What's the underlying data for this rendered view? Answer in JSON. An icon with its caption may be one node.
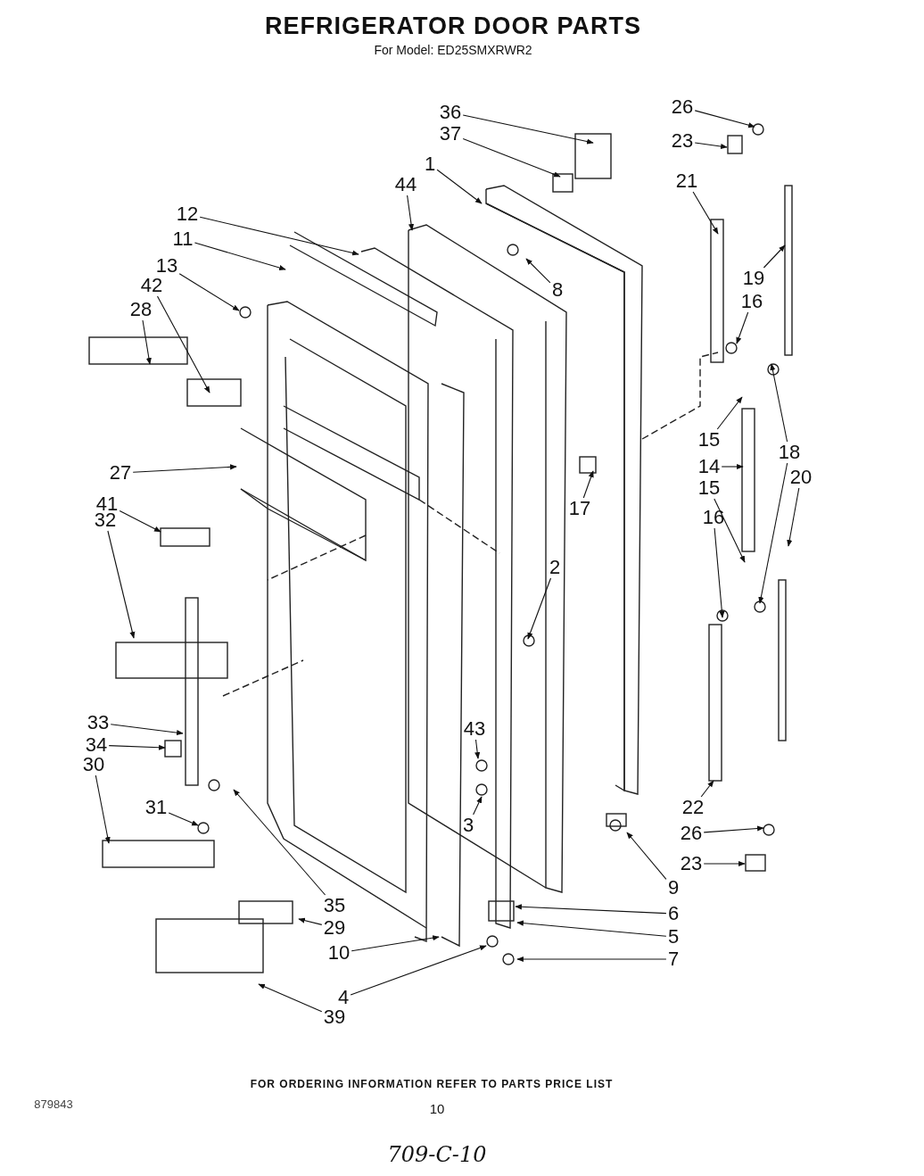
{
  "diagram": {
    "title": "REFRIGERATOR DOOR PARTS",
    "nodes": [
      {
        "text": [
          "36"
        ]
      },
      {
        "text": [
          "37"
        ]
      },
      {
        "text": [
          "1"
        ]
      },
      {
        "text": [
          "44"
        ]
      },
      {
        "text": [
          "12"
        ]
      },
      {
        "text": [
          "11"
        ]
      },
      {
        "text": [
          "13"
        ]
      },
      {
        "text": [
          "42"
        ]
      },
      {
        "text": [
          "28"
        ]
      },
      {
        "text": [
          "27"
        ]
      },
      {
        "text": [
          "41"
        ]
      },
      {
        "text": [
          "32"
        ]
      },
      {
        "text": [
          "33"
        ]
      },
      {
        "text": [
          "34"
        ]
      },
      {
        "text": [
          "30"
        ]
      },
      {
        "text": [
          "31"
        ]
      },
      {
        "text": [
          "35"
        ]
      },
      {
        "text": [
          "29"
        ]
      },
      {
        "text": [
          "10"
        ]
      },
      {
        "text": [
          "4"
        ]
      },
      {
        "text": [
          "39"
        ]
      },
      {
        "text": [
          "26"
        ]
      },
      {
        "text": [
          "23"
        ]
      },
      {
        "text": [
          "21"
        ]
      },
      {
        "text": [
          "19"
        ]
      },
      {
        "text": [
          "16"
        ]
      },
      {
        "text": [
          "8"
        ]
      },
      {
        "text": [
          "15"
        ]
      },
      {
        "text": [
          "14"
        ]
      },
      {
        "text": [
          "15"
        ]
      },
      {
        "text": [
          "16"
        ]
      },
      {
        "text": [
          "18"
        ]
      },
      {
        "text": [
          "20"
        ]
      },
      {
        "text": [
          "17"
        ]
      },
      {
        "text": [
          "2"
        ]
      },
      {
        "text": [
          "43"
        ]
      },
      {
        "text": [
          "3"
        ]
      },
      {
        "text": [
          "22"
        ]
      },
      {
        "text": [
          "26"
        ]
      },
      {
        "text": [
          "23"
        ]
      },
      {
        "text": [
          "9"
        ]
      },
      {
        "text": [
          "6"
        ]
      },
      {
        "text": [
          "5"
        ]
      },
      {
        "text": [
          "7"
        ]
      }
    ],
    "edges": [
      {
        "from": 0,
        "to": null,
        "arrow": "to"
      },
      {
        "from": 1,
        "to": null,
        "arrow": "to"
      },
      {
        "from": 2,
        "to": null,
        "arrow": "to"
      },
      {
        "from": 3,
        "to": null,
        "arrow": "to"
      },
      {
        "from": 4,
        "to": null,
        "arrow": "to"
      },
      {
        "from": 5,
        "to": null,
        "arrow": "to"
      },
      {
        "from": 6,
        "to": null,
        "arrow": "to"
      },
      {
        "from": 7,
        "to": null,
        "arrow": "to"
      },
      {
        "from": 8,
        "to": null,
        "arrow": "to"
      },
      {
        "from": 9,
        "to": null,
        "arrow": "to"
      },
      {
        "from": 10,
        "to": null,
        "arrow": "to"
      },
      {
        "from": 11,
        "to": null,
        "arrow": "to"
      },
      {
        "from": 12,
        "to": null,
        "arrow": "to"
      },
      {
        "from": 13,
        "to": null,
        "arrow": "to"
      },
      {
        "from": 14,
        "to": null,
        "arrow": "to"
      },
      {
        "from": 15,
        "to": null,
        "arrow": "to"
      },
      {
        "from": 16,
        "to": null,
        "arrow": "to"
      },
      {
        "from": 17,
        "to": null,
        "arrow": "to"
      },
      {
        "from": 18,
        "to": null,
        "arrow": "to"
      },
      {
        "from": 19,
        "to": null,
        "arrow": "to"
      },
      {
        "from": 20,
        "to": null,
        "arrow": "to"
      },
      {
        "from": 21,
        "to": null,
        "arrow": "to"
      },
      {
        "from": 22,
        "to": null,
        "arrow": "to"
      },
      {
        "from": 23,
        "to": null,
        "arrow": "to"
      },
      {
        "from": 24,
        "to": null,
        "arrow": "to"
      },
      {
        "from": 25,
        "to": null,
        "arrow": "to"
      },
      {
        "from": 26,
        "to": null,
        "arrow": "to"
      },
      {
        "from": 27,
        "to": null,
        "arrow": "to"
      },
      {
        "from": 28,
        "to": null,
        "arrow": "to"
      },
      {
        "from": 29,
        "to": null,
        "arrow": "to"
      },
      {
        "from": 30,
        "to": null,
        "arrow": "to"
      },
      {
        "from": 31,
        "to": null,
        "arrow": "to"
      },
      {
        "from": 31,
        "to": null,
        "arrow": "to"
      },
      {
        "from": 32,
        "to": null,
        "arrow": "to"
      },
      {
        "from": 33,
        "to": null,
        "arrow": "to"
      },
      {
        "from": 34,
        "to": null,
        "arrow": "to"
      },
      {
        "from": 35,
        "to": null,
        "arrow": "to"
      },
      {
        "from": 36,
        "to": null,
        "arrow": "to"
      },
      {
        "from": 37,
        "to": null,
        "arrow": "to"
      },
      {
        "from": 38,
        "to": null,
        "arrow": "to"
      },
      {
        "from": 39,
        "to": null,
        "arrow": "to"
      },
      {
        "from": 40,
        "to": null,
        "arrow": "to"
      },
      {
        "from": 41,
        "to": null,
        "arrow": "to"
      },
      {
        "from": 42,
        "to": null,
        "arrow": "to"
      },
      {
        "from": 43,
        "to": null,
        "arrow": "to"
      }
    ],
    "labels": [
      "For Model: ED25SMXRWR2",
      "FOR ORDERING INFORMATION REFER TO PARTS PRICE LIST",
      "879843",
      "10",
      "709-C-10"
    ]
  }
}
